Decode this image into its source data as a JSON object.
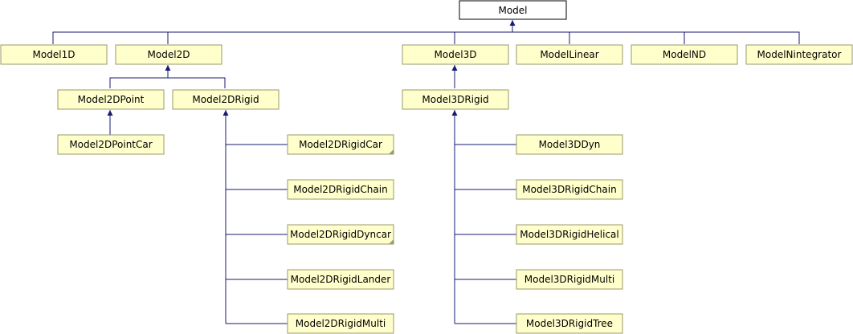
{
  "colors": {
    "root_fill": "#ffffff",
    "class_fill": "#ffffcc",
    "class_stroke": "#9a9a6a",
    "root_stroke": "#000000",
    "edge": "#191970"
  },
  "nodes": {
    "model": "Model",
    "model1d": "Model1D",
    "model2d": "Model2D",
    "model3d": "Model3D",
    "modellinear": "ModelLinear",
    "modelnd": "ModelND",
    "modelnintegrator": "ModelNintegrator",
    "model2dpoint": "Model2DPoint",
    "model2drigid": "Model2DRigid",
    "model3drigid": "Model3DRigid",
    "model2dpointcar": "Model2DPointCar",
    "model2drigidcar": "Model2DRigidCar",
    "model2drigidchain": "Model2DRigidChain",
    "model2drigiddyncar": "Model2DRigidDyncar",
    "model2drigidlander": "Model2DRigidLander",
    "model2drigidmulti": "Model2DRigidMulti",
    "model3ddyn": "Model3DDyn",
    "model3drigidchain": "Model3DRigidChain",
    "model3drigidhelical": "Model3DRigidHelical",
    "model3drigidmulti": "Model3DRigidMulti",
    "model3drigidtree": "Model3DRigidTree"
  },
  "edges": [
    [
      "model1d",
      "model"
    ],
    [
      "model2d",
      "model"
    ],
    [
      "model3d",
      "model"
    ],
    [
      "modellinear",
      "model"
    ],
    [
      "modelnd",
      "model"
    ],
    [
      "modelnintegrator",
      "model"
    ],
    [
      "model2dpoint",
      "model2d"
    ],
    [
      "model2drigid",
      "model2d"
    ],
    [
      "model2dpointcar",
      "model2dpoint"
    ],
    [
      "model2drigidcar",
      "model2drigid"
    ],
    [
      "model2drigidchain",
      "model2drigid"
    ],
    [
      "model2drigiddyncar",
      "model2drigid"
    ],
    [
      "model2drigidlander",
      "model2drigid"
    ],
    [
      "model2drigidmulti",
      "model2drigid"
    ],
    [
      "model3drigid",
      "model3d"
    ],
    [
      "model3ddyn",
      "model3drigid"
    ],
    [
      "model3drigidchain",
      "model3drigid"
    ],
    [
      "model3drigidhelical",
      "model3drigid"
    ],
    [
      "model3drigidmulti",
      "model3drigid"
    ],
    [
      "model3drigidtree",
      "model3drigid"
    ]
  ]
}
